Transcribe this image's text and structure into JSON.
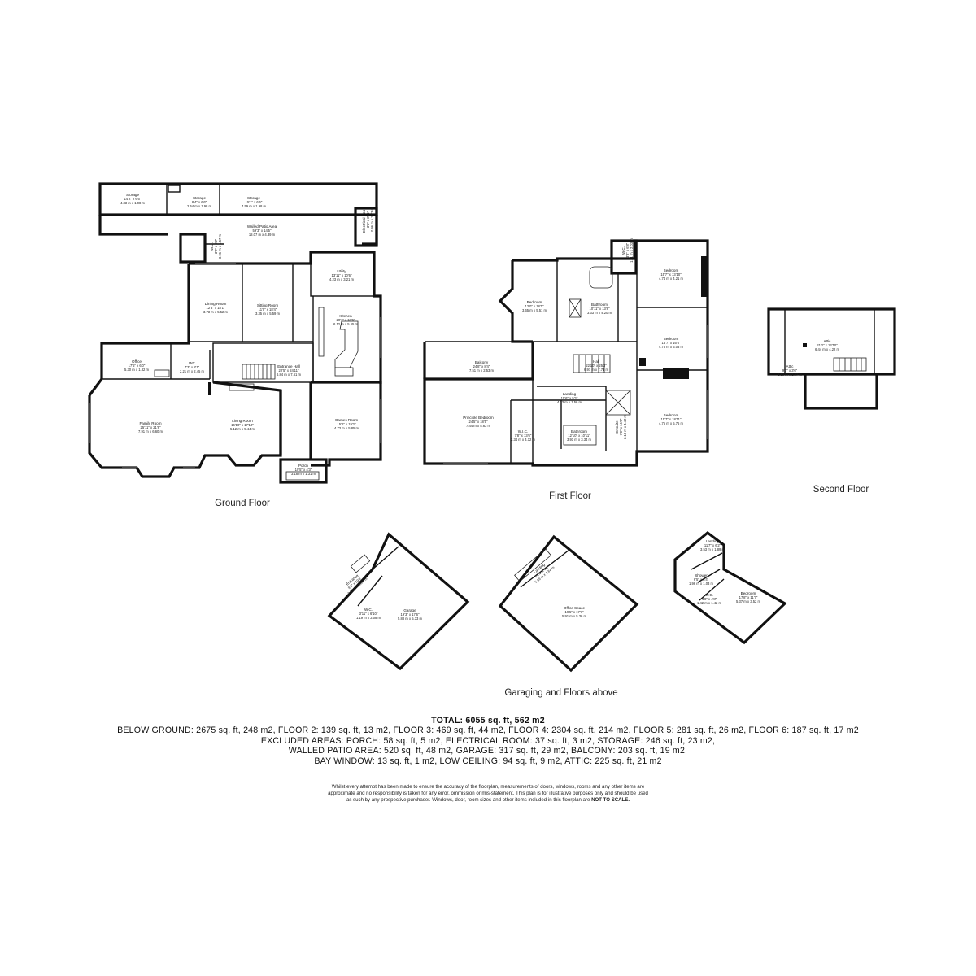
{
  "floors": {
    "ground": {
      "label": "Ground Floor",
      "rooms": [
        {
          "id": "storage-1",
          "name": "Storage",
          "dim1": "14'2\" x 6'6\"",
          "dim2": "4.33 m x 1.98 m"
        },
        {
          "id": "storage-2",
          "name": "Storage",
          "dim1": "8'4\" x 6'6\"",
          "dim2": "2.54 m x 1.98 m"
        },
        {
          "id": "storage-3",
          "name": "Storage",
          "dim1": "15'1\" x 6'6\"",
          "dim2": "4.59 m x 1.98 m"
        },
        {
          "id": "walled-patio",
          "name": "Walled Patio Area",
          "dim1": "59'3\" x 14'5\"",
          "dim2": "18.07 m x 4.39 m"
        },
        {
          "id": "electrical-room",
          "name": "Electrical Room",
          "dim1": "3'2\" x 8'11\"",
          "dim2": "0.96 m x 2.73 m"
        },
        {
          "id": "wc-small",
          "name": "W.C.",
          "dim1": "3'2\" x 5'2\"",
          "dim2": "0.96 m x 1.57 m"
        },
        {
          "id": "utility",
          "name": "Utility",
          "dim1": "13'11\" x 10'6\"",
          "dim2": "4.23 m x 3.21 m"
        },
        {
          "id": "dining",
          "name": "Dining Room",
          "dim1": "12'3\" x 18'1\"",
          "dim2": "3.73 m x 5.52 m"
        },
        {
          "id": "sitting",
          "name": "Sitting Room",
          "dim1": "11'0\" x 18'4\"",
          "dim2": "3.35 m x 5.59 m"
        },
        {
          "id": "kitchen",
          "name": "Kitchen",
          "dim1": "20'1\" x 18'6\"",
          "dim2": "6.12 m x 5.65 m"
        },
        {
          "id": "office",
          "name": "Office",
          "dim1": "17'5\" x 6'0\"",
          "dim2": "5.30 m x 1.82 m"
        },
        {
          "id": "wc-ground",
          "name": "WC",
          "dim1": "7'3\" x 8'1\"",
          "dim2": "2.21 m x 2.45 m"
        },
        {
          "id": "entrance-hall",
          "name": "Entrance Hall",
          "dim1": "22'5\" x 24'11\"",
          "dim2": "6.84 m x 7.61 m"
        },
        {
          "id": "family",
          "name": "Family Room",
          "dim1": "25'11\" x 21'8\"",
          "dim2": "7.91 m x 6.60 m"
        },
        {
          "id": "living",
          "name": "Living Room",
          "dim1": "16'10\" x 17'10\"",
          "dim2": "5.12 m x 5.44 m"
        },
        {
          "id": "games",
          "name": "Games Room",
          "dim1": "15'6\" x 19'2\"",
          "dim2": "4.73 m x 5.85 m"
        },
        {
          "id": "porch",
          "name": "Porch",
          "dim1": "10'5\" x 4'3\"",
          "dim2": "3.18 m x 1.31 m"
        }
      ]
    },
    "first": {
      "label": "First Floor",
      "rooms": [
        {
          "id": "bed-1",
          "name": "Bedroom",
          "dim1": "12'0\" x 18'1\"",
          "dim2": "3.65 m x 5.51 m"
        },
        {
          "id": "bath-1",
          "name": "Bathroom",
          "dim1": "10'11\" x 13'8\"",
          "dim2": "3.33 m x 4.20 m"
        },
        {
          "id": "wc-first",
          "name": "W.C.",
          "dim1": "3'8\" x 6'8\"",
          "dim2": "1.11 m x 2.03 m"
        },
        {
          "id": "bed-2",
          "name": "Bedroom",
          "dim1": "15'7\" x 13'10\"",
          "dim2": "4.74 m x 4.21 m"
        },
        {
          "id": "bed-3",
          "name": "Bedroom",
          "dim1": "15'7\" x 16'6\"",
          "dim2": "4.75 m x 5.03 m"
        },
        {
          "id": "balcony",
          "name": "Balcony",
          "dim1": "24'8\" x 8'4\"",
          "dim2": "7.51 m x 2.53 m"
        },
        {
          "id": "hall",
          "name": "Hall",
          "dim1": "22'10\" x 25'3\"",
          "dim2": "6.97 m x 7.71 m"
        },
        {
          "id": "landing-1",
          "name": "Landing",
          "dim1": "15'6\" x 5'2\"",
          "dim2": "4.73 m x 1.56 m"
        },
        {
          "id": "principle",
          "name": "Principle Bedroom",
          "dim1": "24'5\" x 18'5\"",
          "dim2": "7.44 m x 5.63 m"
        },
        {
          "id": "wic",
          "name": "W.I.C.",
          "dim1": "7'8\" x 13'6\"",
          "dim2": "2.34 m x 4.12 m"
        },
        {
          "id": "bath-2",
          "name": "Bathroom",
          "dim1": "12'10\" x 10'11\"",
          "dim2": "3.91 m x 3.34 m"
        },
        {
          "id": "ensuite",
          "name": "Ensuite",
          "dim1": "7'0\" x 14'6\"",
          "dim2": "2.13 m x 4.42 m"
        },
        {
          "id": "bed-4",
          "name": "Bedroom",
          "dim1": "15'7\" x 18'11\"",
          "dim2": "4.75 m x 5.75 m"
        }
      ]
    },
    "second": {
      "label": "Second Floor",
      "rooms": [
        {
          "id": "attic-1",
          "name": "Attic",
          "dim1": "21'2\" x 13'10\"",
          "dim2": "6.44 m x 4.22 m"
        },
        {
          "id": "attic-2",
          "name": "Attic",
          "dim1": "9'7\" x 3'6\"",
          "dim2": "2.93 m x 1.07 m"
        }
      ]
    },
    "garaging": {
      "label": "Garaging and Floors above",
      "rooms": [
        {
          "id": "entrance",
          "name": "Entrance",
          "dim1": "9'3\" x 19'4\"",
          "dim2": "2.85 m x 5.89 m"
        },
        {
          "id": "wc-garage",
          "name": "W.C.",
          "dim1": "3'11\" x 6'10\"",
          "dim2": "1.19 m x 2.08 m"
        },
        {
          "id": "garage",
          "name": "Garage",
          "dim1": "19'3\" x 17'6\"",
          "dim2": "5.88 m x 5.33 m"
        },
        {
          "id": "landing-2",
          "name": "Landing",
          "dim1": "19'4\" x 6'1\"",
          "dim2": "5.89 m x 1.84 m"
        },
        {
          "id": "office-space",
          "name": "Office Space",
          "dim1": "19'5\" x 17'7\"",
          "dim2": "5.91 m x 5.36 m"
        },
        {
          "id": "landing-3",
          "name": "Landing",
          "dim1": "11'7\" x 6'2\"",
          "dim2": "3.53 m x 1.89 m"
        },
        {
          "id": "shower",
          "name": "Shower",
          "dim1": "6'5\" x 3'4\"",
          "dim2": "1.96 m x 1.03 m"
        },
        {
          "id": "wc-top",
          "name": "W.C.",
          "dim1": "4'8\" x 4'8\"",
          "dim2": "1.42 m x 1.42 m"
        },
        {
          "id": "bed-top",
          "name": "Bedroom",
          "dim1": "17'8\" x 11'7\"",
          "dim2": "5.37 m x 3.52 m"
        }
      ]
    }
  },
  "summary": {
    "total": "TOTAL: 6055 sq. ft, 562 m2",
    "line1": "BELOW GROUND: 2675 sq. ft, 248 m2, FLOOR 2: 139 sq. ft, 13 m2, FLOOR 3: 469 sq. ft, 44 m2, FLOOR 4: 2304 sq. ft, 214 m2, FLOOR 5: 281 sq. ft, 26 m2, FLOOR 6: 187 sq. ft, 17 m2",
    "line2": "EXCLUDED AREAS: PORCH: 58 sq. ft, 5 m2, ELECTRICAL ROOM: 37 sq. ft, 3 m2, STORAGE: 246 sq. ft, 23 m2,",
    "line3": "WALLED PATIO AREA: 520 sq. ft, 48 m2, GARAGE: 317 sq. ft, 29 m2, BALCONY: 203 sq. ft, 19 m2,",
    "line4": "BAY WINDOW: 13 sq. ft, 1 m2, LOW CEILING: 94 sq. ft, 9 m2, ATTIC: 225 sq. ft, 21 m2"
  },
  "disclaimer": {
    "text": "Whilst every attempt has been made to ensure the accuracy of the floorplan, measurements of doors, windows, rooms and any other items are approximate and no responsibility is taken for any error, ommission or mis-statement. This plan is for illustrative purposes only and should be used as such by any prospective purchaser. Windows, door, room sizes and other items included in this floorplan are",
    "emphasis": "NOT TO SCALE."
  }
}
